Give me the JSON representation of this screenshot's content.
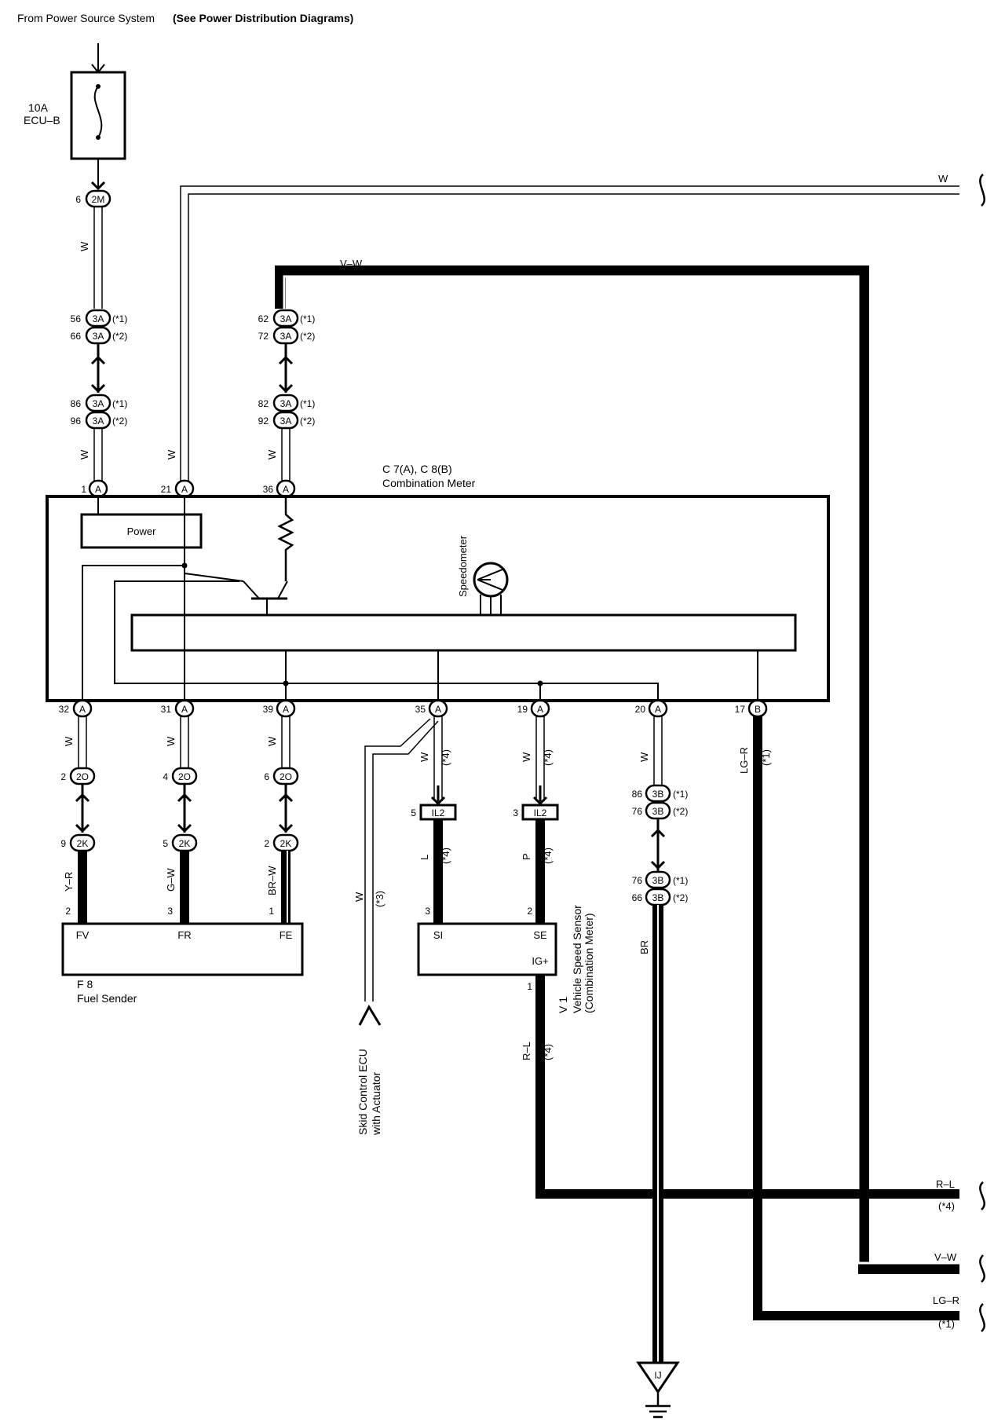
{
  "header": {
    "source": "From Power Source System",
    "see": "(See Power Distribution Diagrams)"
  },
  "fuse": {
    "rating": "10A",
    "name": "ECU–B"
  },
  "combination_meter": {
    "codes": "C 7(A), C 8(B)",
    "name": "Combination Meter",
    "power": "Power",
    "speedometer": "Speedometer"
  },
  "fuel_sender": {
    "code": "F 8",
    "name": "Fuel Sender"
  },
  "vss": {
    "code": "V 1",
    "name": "Vehicle Speed Sensor",
    "sub": "(Combination Meter)"
  },
  "skid": {
    "line1": "Skid Control ECU",
    "line2": "with Actuator"
  },
  "ground": "IJ",
  "notes": {
    "n1": "(*1)",
    "n2": "(*2)",
    "n3": "(*3)",
    "n4": "(*4)"
  },
  "connectors": {
    "c2M": "2M",
    "c3A": "3A",
    "c3B": "3B",
    "cA": "A",
    "cB": "B",
    "c2O": "2O",
    "c2K": "2K",
    "cIL2": "IL2"
  },
  "pins": {
    "p6": "6",
    "p56": "56",
    "p66": "66",
    "p62": "62",
    "p72": "72",
    "p86": "86",
    "p96": "96",
    "p82": "82",
    "p92": "92",
    "p1": "1",
    "p21": "21",
    "p36": "36",
    "p32": "32",
    "p31": "31",
    "p39": "39",
    "p35": "35",
    "p19": "19",
    "p20": "20",
    "p17": "17",
    "p2": "2",
    "p4": "4",
    "p6b": "6",
    "p9": "9",
    "p5": "5",
    "p2b": "2",
    "p86b": "86",
    "p76": "76",
    "p76b": "76",
    "p66b": "66",
    "p5b": "5",
    "p3": "3",
    "fs2": "2",
    "fs3": "3",
    "fs1": "1",
    "vs3": "3",
    "vs2": "2",
    "vs1": "1"
  },
  "terminals": {
    "FV": "FV",
    "FR": "FR",
    "FE": "FE",
    "SI": "SI",
    "SE": "SE",
    "IG": "IG+"
  },
  "wires": {
    "W": "W",
    "VW": "V–W",
    "LGR": "LG–R",
    "RL": "R–L",
    "BR": "BR",
    "YR": "Y–R",
    "GW": "G–W",
    "BRW": "BR–W",
    "L": "L",
    "P": "P"
  }
}
